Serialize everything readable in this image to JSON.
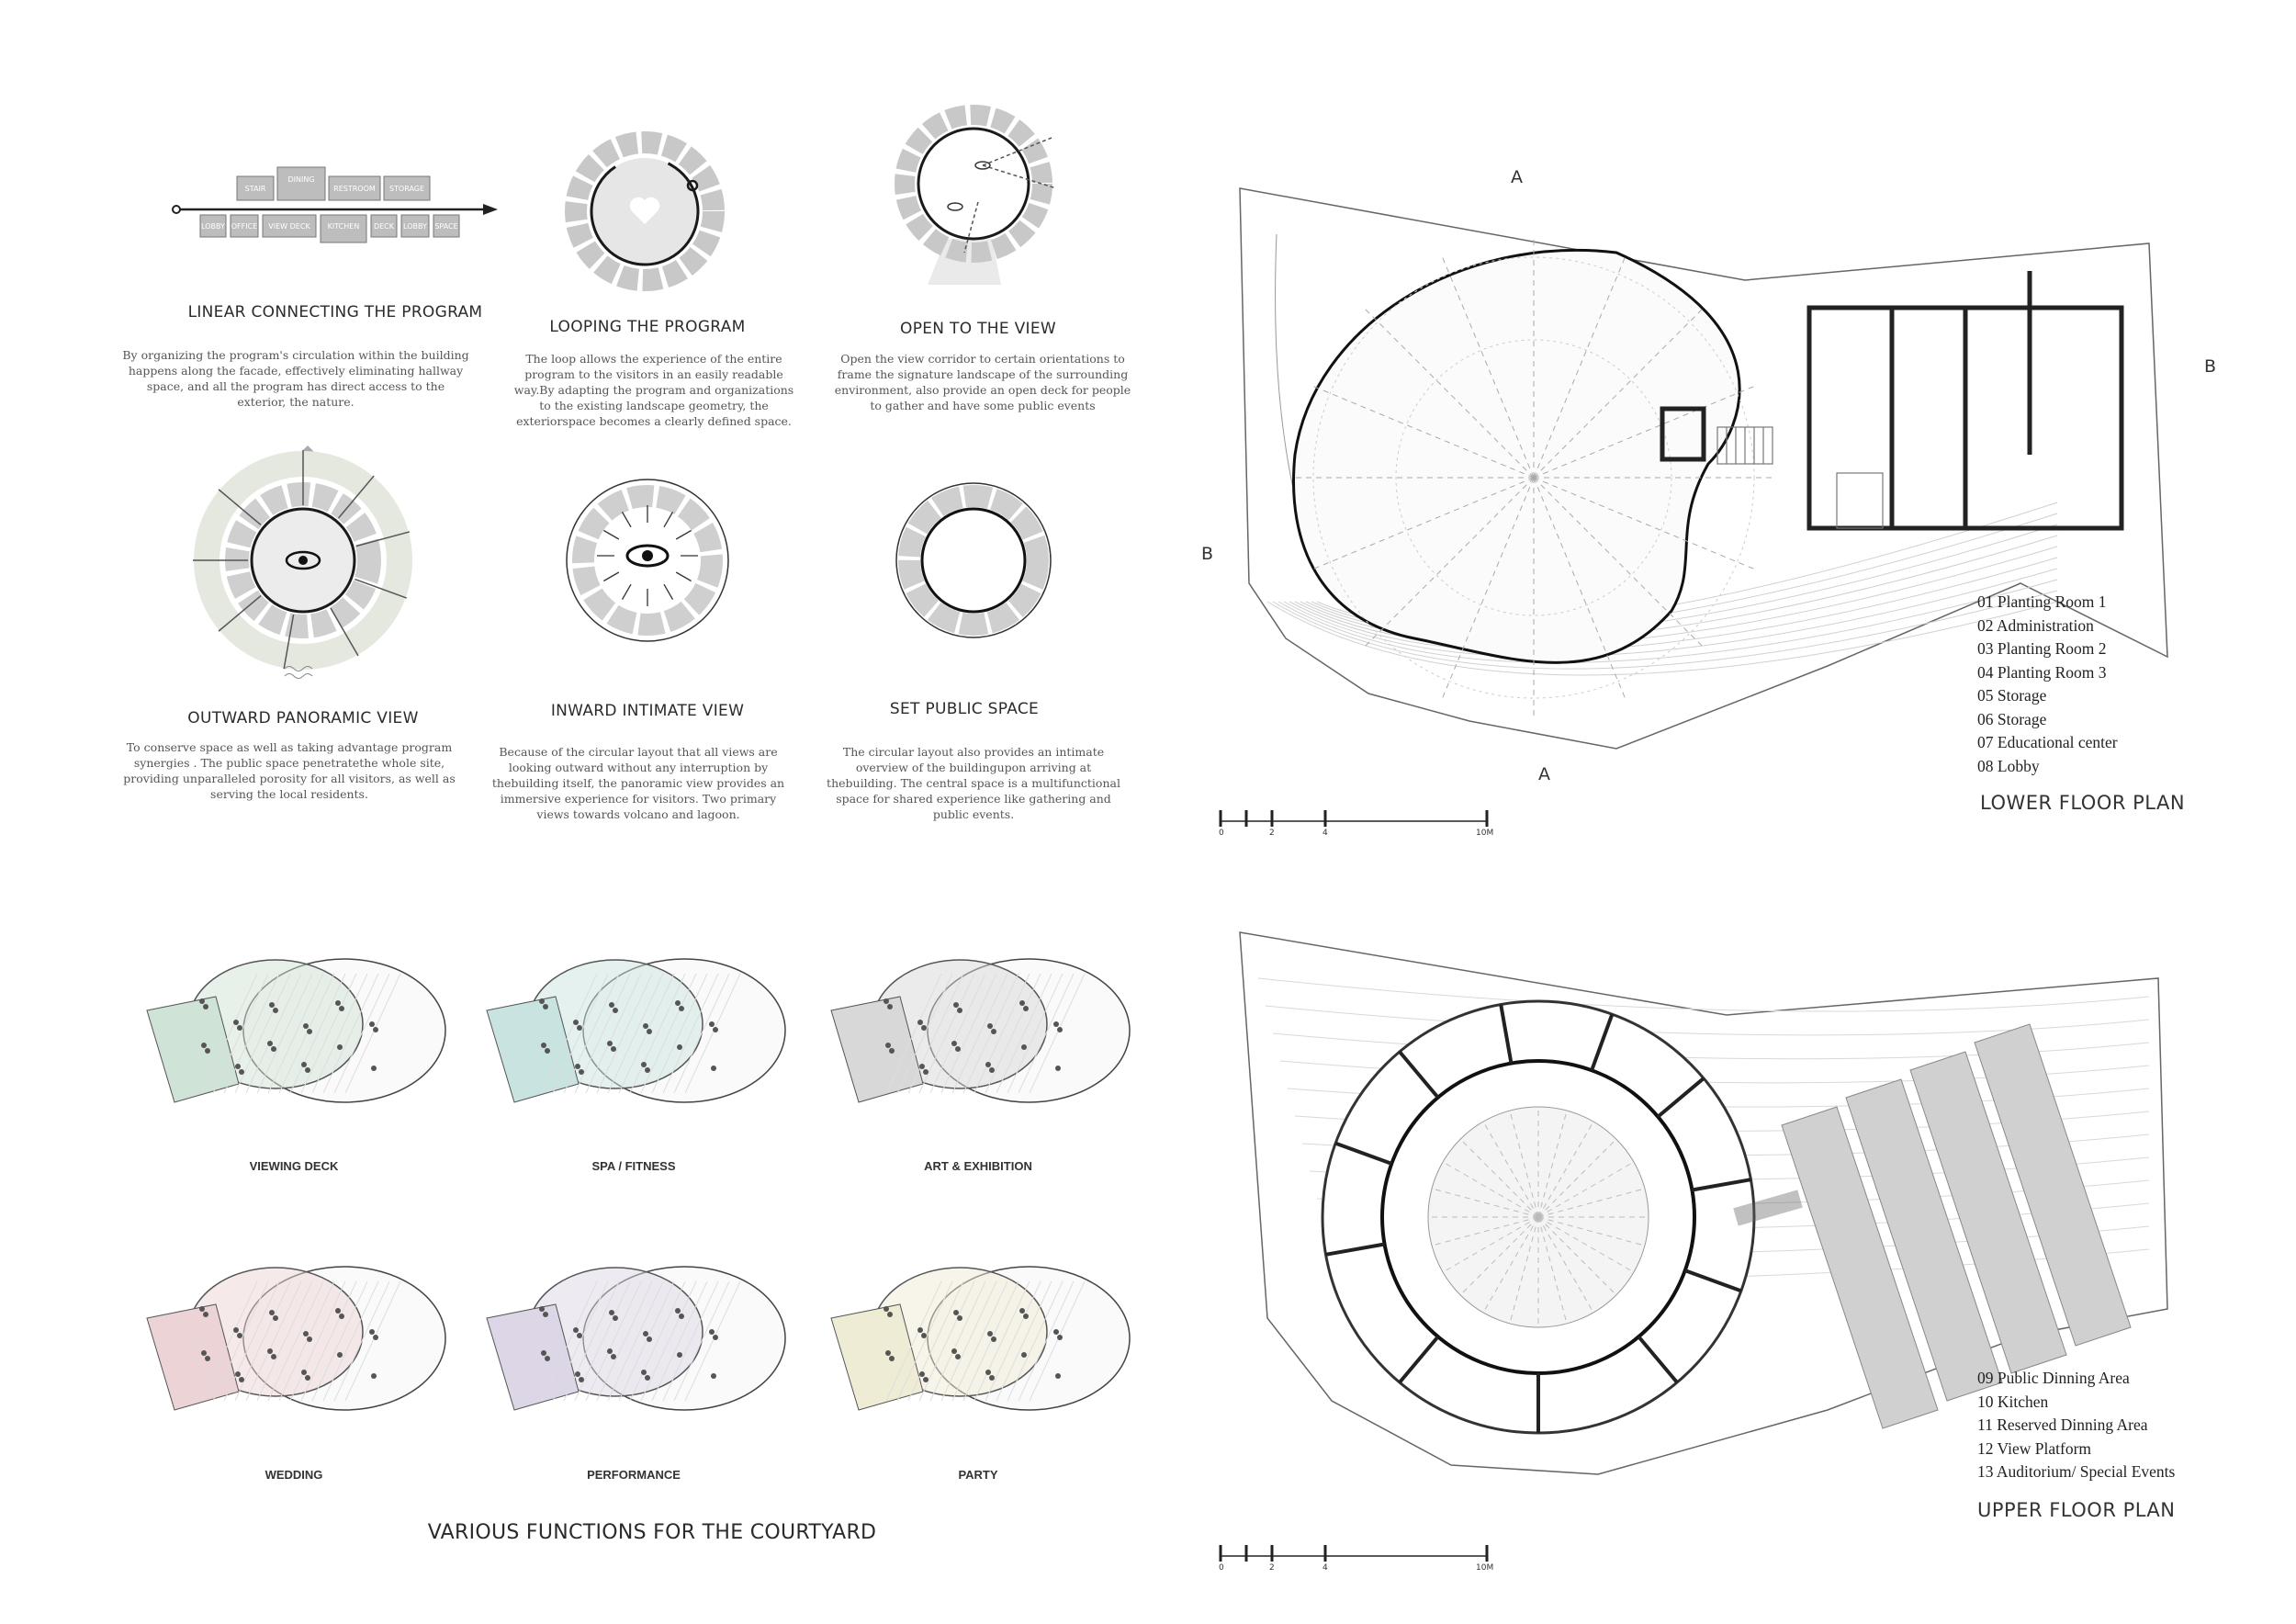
{
  "diagrams": [
    {
      "id": "linear",
      "title": "LINEAR CONNECTING THE PROGRAM",
      "text": "By organizing the program's circulation within the building happens along the facade, effectively eliminating hallway space, and all the program has direct access to the exterior, the nature."
    },
    {
      "id": "looping",
      "title": "LOOPING THE PROGRAM",
      "text": "The loop allows the experience of the entire program to the visitors in an easily readable way.By adapting the program and organizations to the existing landscape geometry, the exteriorspace becomes a clearly defined space."
    },
    {
      "id": "open",
      "title": "OPEN TO THE VIEW",
      "text": "Open the view corridor to certain orientations to frame the signature landscape of the surrounding environment, also provide an open deck for people to gather and have some public events"
    },
    {
      "id": "outward",
      "title": "OUTWARD PANORAMIC VIEW",
      "text": "To conserve space as well as taking advantage program synergies . The public space penetratethe whole site, providing unparalleled porosity for all visitors, as well as serving the local residents."
    },
    {
      "id": "inward",
      "title": "INWARD INTIMATE VIEW",
      "text": "Because of the circular layout that all views are looking outward without any interruption by thebuilding itself, the panoramic view provides an immersive experience for visitors. Two primary views towards volcano and lagoon."
    },
    {
      "id": "public",
      "title": "SET PUBLIC SPACE",
      "text": "The circular layout also provides an intimate overview of the buildingupon arriving at thebuilding. The central space is a multifunctional space for shared experience like gathering and public events."
    }
  ],
  "linear_program": {
    "top": [
      "STAIR",
      "DINING",
      "RESTROOM",
      "STORAGE"
    ],
    "bottom": [
      "LOBBY",
      "OFFICE",
      "VIEW DECK",
      "KITCHEN",
      "DECK",
      "LOBBY",
      "SPACE"
    ]
  },
  "courtyard": {
    "functions": [
      "VIEWING DECK",
      "SPA / FITNESS",
      "ART & EXHIBITION",
      "WEDDING",
      "PERFORMANCE",
      "PARTY"
    ],
    "caption": "VARIOUS FUNCTIONS FOR THE COURTYARD",
    "tints": [
      "#cfe3d6",
      "#c9e3e0",
      "#d8d8d8",
      "#ecd3d6",
      "#dcd6e6",
      "#efecd6"
    ]
  },
  "lower_plan": {
    "title": "LOWER FLOOR PLAN",
    "legend": [
      "01 Planting Room 1",
      "02 Administration",
      "03 Planting Room 2",
      "04 Planting Room 3",
      "05 Storage",
      "06 Storage",
      "07 Educational center",
      "08 Lobby"
    ],
    "section_marks": [
      "A",
      "A",
      "B",
      "B"
    ]
  },
  "upper_plan": {
    "title": "UPPER FLOOR PLAN",
    "legend": [
      "09 Public Dinning Area",
      "10 Kitchen",
      "11 Reserved Dinning Area",
      "12 View Platform",
      "13 Auditorium/ Special Events"
    ]
  },
  "scale_bar": {
    "labels": [
      "0",
      "2",
      "4",
      "10M"
    ]
  }
}
